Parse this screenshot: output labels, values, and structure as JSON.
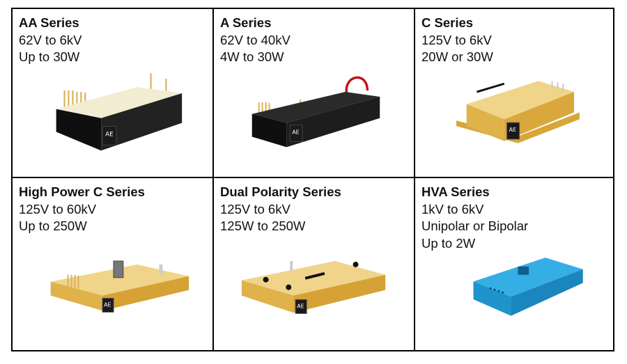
{
  "colors": {
    "black_module": "#151515",
    "gold_module": "#e8b84a",
    "blue_module": "#1e9ad6",
    "pin_gold": "#d9b25a"
  },
  "cards": [
    {
      "title": "AA Series",
      "lines": [
        "62V to 6kV",
        "Up to 30W"
      ],
      "product_icon": "black-module-image"
    },
    {
      "title": "A Series",
      "lines": [
        "62V to 40kV",
        "4W to 30W"
      ],
      "product_icon": "black-module-with-wire-image"
    },
    {
      "title": "C Series",
      "lines": [
        "125V to 6kV",
        "20W or 30W"
      ],
      "product_icon": "gold-module-image"
    },
    {
      "title": "High Power C Series",
      "lines": [
        "125V to 60kV",
        "Up to 250W"
      ],
      "product_icon": "gold-flat-module-image"
    },
    {
      "title": "Dual Polarity Series",
      "lines": [
        "125V to 6kV",
        "125W to 250W"
      ],
      "product_icon": "gold-flat-module-image"
    },
    {
      "title": "HVA Series",
      "lines": [
        "1kV to 6kV",
        "Unipolar or Bipolar",
        "Up to 2W"
      ],
      "product_icon": "blue-module-image"
    }
  ]
}
